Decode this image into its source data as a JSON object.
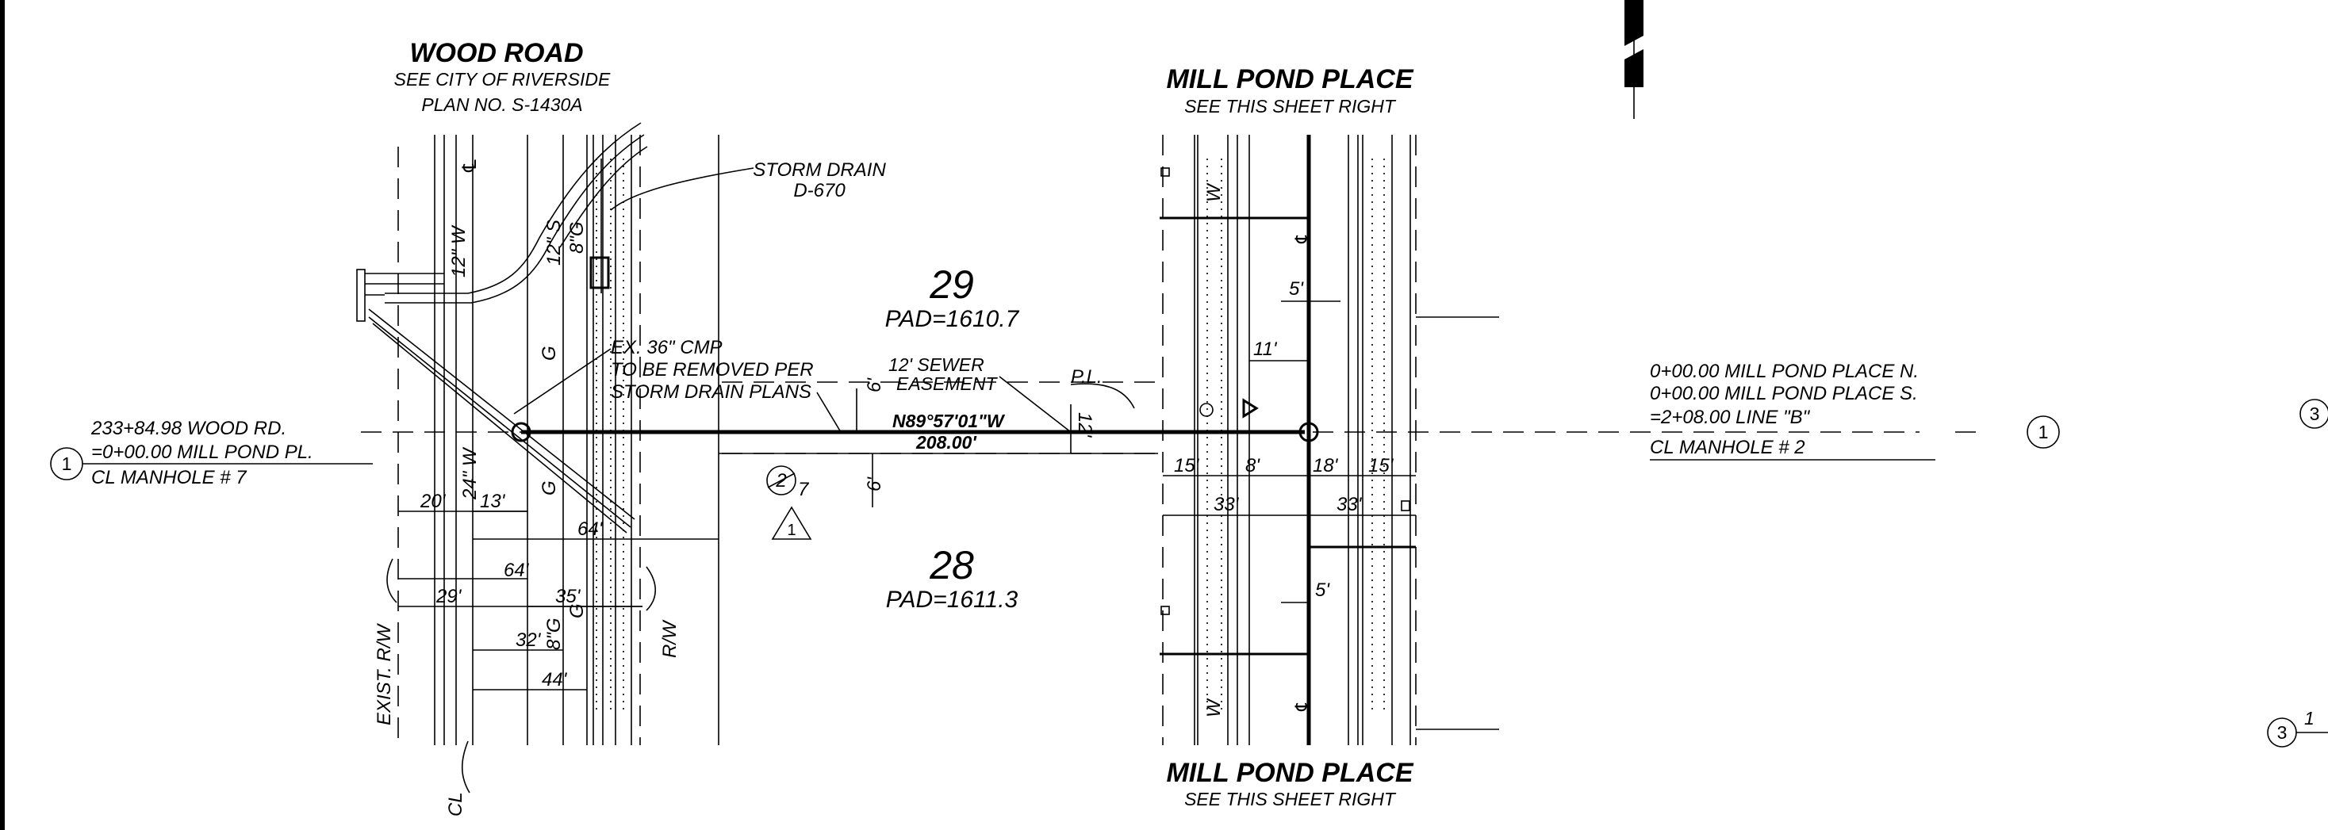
{
  "wood_road": {
    "title": "WOOD ROAD",
    "line1": "SEE CITY OF RIVERSIDE",
    "line2": "PLAN NO. S-1430A"
  },
  "mill_pond_top": {
    "title": "MILL POND PLACE",
    "note": "SEE THIS SHEET RIGHT"
  },
  "mill_pond_bottom": {
    "title": "MILL POND PLACE",
    "note": "SEE THIS SHEET RIGHT"
  },
  "storm_drain": {
    "line1": "STORM DRAIN",
    "line2": "D-670"
  },
  "lot_29": {
    "number": "29",
    "pad": "PAD=1610.7"
  },
  "lot_28": {
    "number": "28",
    "pad": "PAD=1611.3"
  },
  "ex_cmp": {
    "line1": "EX. 36\" CMP",
    "line2": "TO BE REMOVED PER",
    "line3": "STORM DRAIN PLANS"
  },
  "sewer_easement": {
    "line1": "12' SEWER",
    "line2": "EASEMENT"
  },
  "property_line": "P.L.",
  "bearing": "N89°57'01\"W",
  "distance": "208.00'",
  "left_station": {
    "marker": "1",
    "line1": "233+84.98 WOOD RD.",
    "line2": "=0+00.00 MILL POND PL.",
    "line3": "CL MANHOLE # 7"
  },
  "right_station": {
    "marker": "1",
    "line1": "0+00.00 MILL POND PLACE N.",
    "line2": "0+00.00 MILL POND PLACE S.",
    "line3": "=2+08.00 LINE \"B\"",
    "line4": "CL MANHOLE # 2"
  },
  "pipes": {
    "water_12": "12\" W",
    "sewer_12": "12\" S",
    "gas_8_top": "8\"G",
    "water_24": "24\" W",
    "gas_8_bottom": "8\"G",
    "gas_g1": "G",
    "gas_g2": "G",
    "gas_g3": "G",
    "w_top": "W",
    "w_bottom": "W"
  },
  "dims": {
    "d20": "20'",
    "d13": "13'",
    "d64a": "64'",
    "d64b": "64'",
    "d29": "29'",
    "d35": "35'",
    "d32": "32'",
    "d44": "44'",
    "d6a": "6'",
    "d6b": "6'",
    "d12": "12'",
    "d5a": "5'",
    "d11": "11'",
    "d15a": "15'",
    "d8": "8'",
    "d18": "18'",
    "d15b": "15'",
    "d33a": "33'",
    "d33b": "33'",
    "d5b": "5'"
  },
  "rw_left": "EXIST. R/W",
  "rw_right": "R/W",
  "cl_label": "CL",
  "delta_marker": "7",
  "delta_crossed": "2",
  "delta_triangle": "1",
  "edge_marker_1": "3",
  "edge_marker_2": "3",
  "edge_marker_2_text": "1"
}
